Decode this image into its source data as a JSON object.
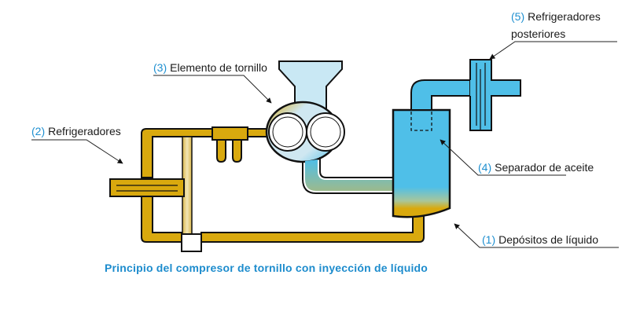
{
  "diagram": {
    "caption": "Principio del compresor de tornillo con inyección de líquido",
    "colors": {
      "oil": "#d9a90e",
      "gas": "#4fbfe8",
      "light_gas": "#c9e8f4",
      "outline": "#111111",
      "label_number": "#1e8fd0",
      "caption": "#1d8ccd"
    },
    "labels": [
      {
        "id": "5",
        "number": "(5)",
        "text": "Refrigeradores",
        "text2": "posteriores"
      },
      {
        "id": "3",
        "number": "(3)",
        "text": "Elemento de tornillo"
      },
      {
        "id": "2",
        "number": "(2)",
        "text": "Refrigeradores"
      },
      {
        "id": "4",
        "number": "(4)",
        "text": "Separador de aceite"
      },
      {
        "id": "1",
        "number": "(1)",
        "text": "Depósitos de líquido"
      }
    ]
  }
}
